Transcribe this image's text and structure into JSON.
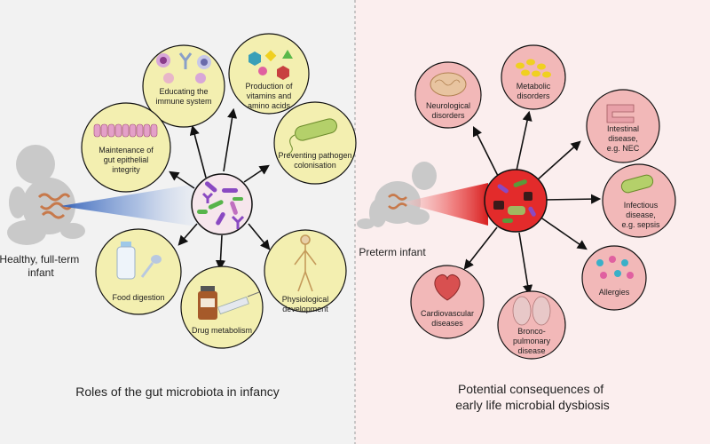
{
  "left_panel": {
    "caption": "Roles of the gut microbiota in infancy",
    "infant_label_line1": "Healthy, full-term",
    "infant_label_line2": "infant",
    "roles": {
      "immune": [
        "Educating the",
        "immune system"
      ],
      "vitamins": [
        "Production of",
        "vitamins and",
        "amino acids"
      ],
      "epithelial": [
        "Maintenance of",
        "gut epithelial",
        "integrity"
      ],
      "pathogen": [
        "Preventing pathogen",
        "colonisation"
      ],
      "food": [
        "Food digestion"
      ],
      "drug": [
        "Drug metabolism"
      ],
      "physio": [
        "Physiological",
        "development"
      ]
    }
  },
  "right_panel": {
    "caption_line1": "Potential consequences of",
    "caption_line2": "early life microbial dysbiosis",
    "infant_label": "Preterm infant",
    "consequences": {
      "neuro": [
        "Neurological",
        "disorders"
      ],
      "metabolic": [
        "Metabolic",
        "disorders"
      ],
      "intestinal": [
        "Intestinal",
        "disease,",
        "e.g. NEC"
      ],
      "infectious": [
        "Infectious",
        "disease,",
        "e.g. sepsis"
      ],
      "allergies": [
        "Allergies"
      ],
      "broncho": [
        "Bronco-",
        "pulmonary",
        "disease"
      ],
      "cardio": [
        "Cardiovascular",
        "diseases"
      ]
    }
  },
  "colors": {
    "left_bg": "#f2f2f2",
    "right_bg": "#fbeeee",
    "left_node": "#f3efb0",
    "right_node": "#f2b8b8",
    "healthy_center": "#f6e6ec",
    "dysbiosis_center": "#e32b2b",
    "healthy_beam": "#3f6fc4",
    "dysbiosis_beam": "#e52222",
    "silhouette": "#c9c9c9"
  }
}
